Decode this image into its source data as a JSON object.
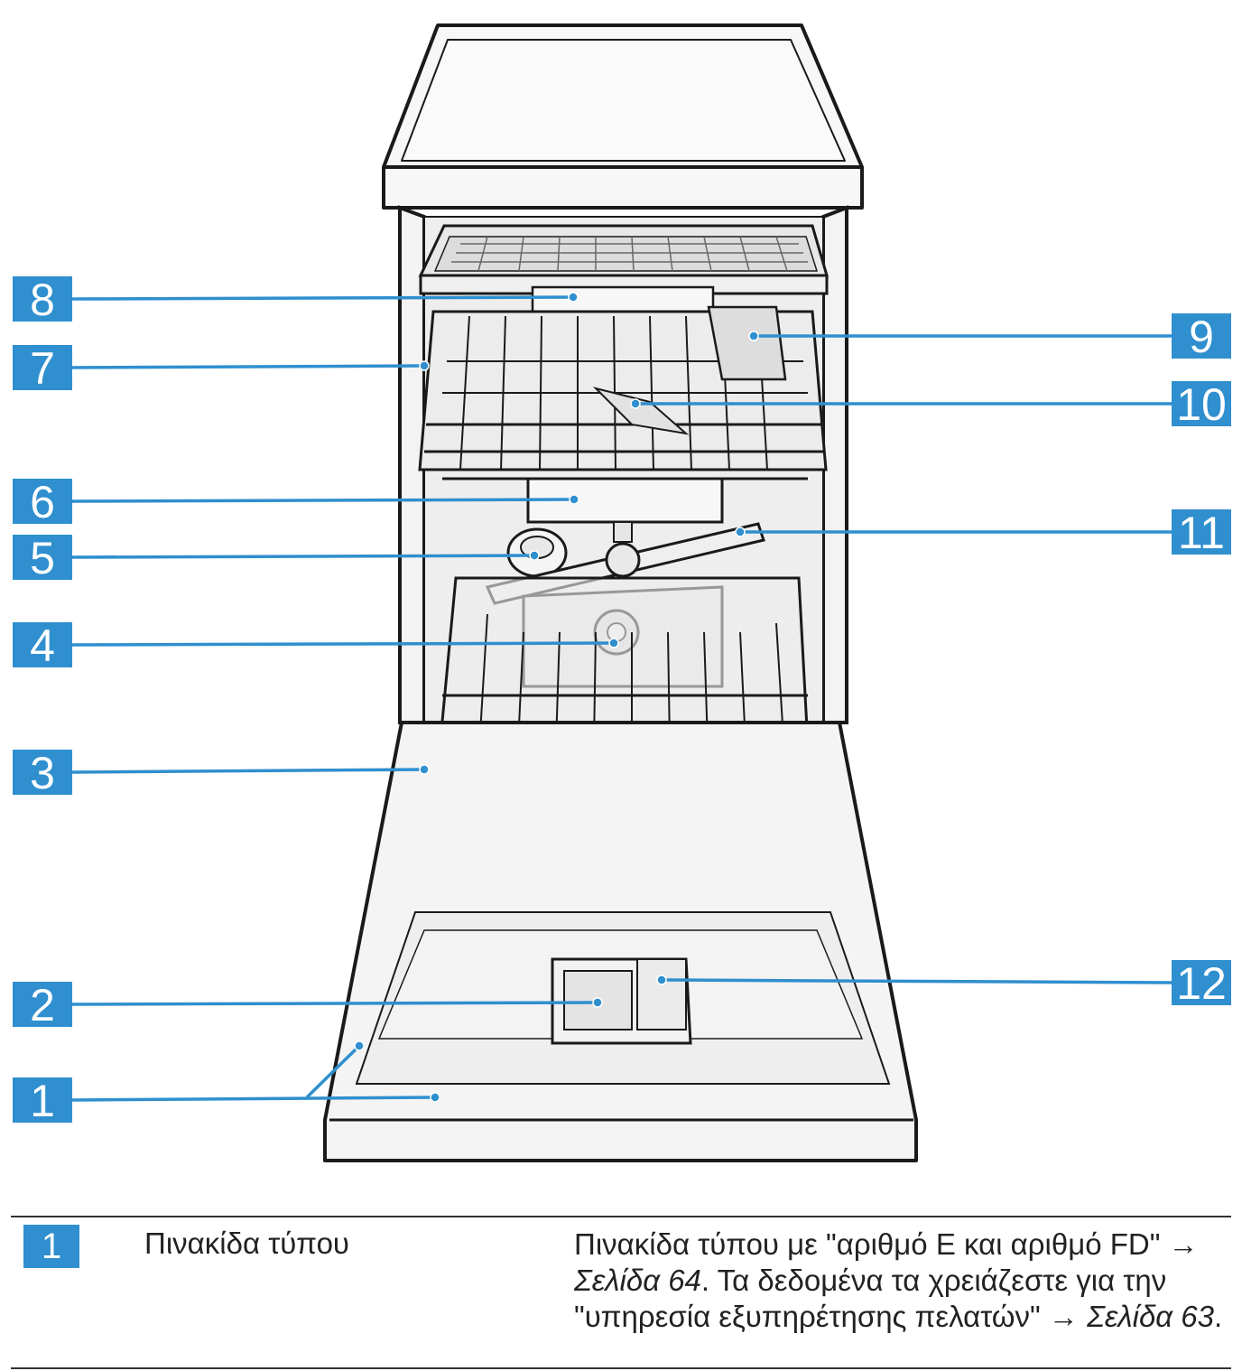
{
  "callouts": [
    {
      "id": "1",
      "label": "1"
    },
    {
      "id": "2",
      "label": "2"
    },
    {
      "id": "3",
      "label": "3"
    },
    {
      "id": "4",
      "label": "4"
    },
    {
      "id": "5",
      "label": "5"
    },
    {
      "id": "6",
      "label": "6"
    },
    {
      "id": "7",
      "label": "7"
    },
    {
      "id": "8",
      "label": "8"
    },
    {
      "id": "9",
      "label": "9"
    },
    {
      "id": "10",
      "label": "10"
    },
    {
      "id": "11",
      "label": "11"
    },
    {
      "id": "12",
      "label": "12"
    }
  ],
  "legend": {
    "number": "1",
    "name": "Πινακίδα τύπου",
    "desc_part1": "Πινακίδα τύπου με \"αριθμό Ε και αριθμό FD\" → ",
    "desc_link1": "Σελίδα 64",
    "desc_part2": ". Τα δεδομένα τα χρειάζεστε για την \"υπηρεσία εξυπηρέτησης πελατών\" → ",
    "desc_link2": "Σελίδα 63",
    "desc_part3": "."
  },
  "colors": {
    "accent": "#2f8fcf",
    "line": "#2f8fcf",
    "outline": "#1a1a1a",
    "panel": "#f3f3f3"
  }
}
